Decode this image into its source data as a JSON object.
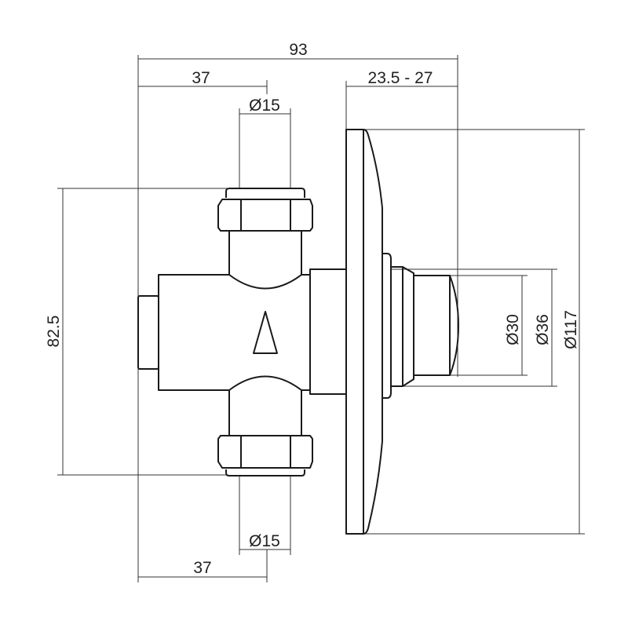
{
  "drawing": {
    "dimensions": {
      "overall_depth": "93",
      "inlet_offset_top": "37",
      "wall_range": "23.5 - 27",
      "pipe_diameter_top": "Ø15",
      "inlet_spacing": "82.5",
      "button_diameter": "Ø30",
      "collar_diameter": "Ø36",
      "plate_diameter": "Ø117",
      "pipe_diameter_bottom": "Ø15",
      "inlet_offset_bottom": "37"
    },
    "colors": {
      "line": "#1a1a1a",
      "background": "#ffffff"
    }
  }
}
